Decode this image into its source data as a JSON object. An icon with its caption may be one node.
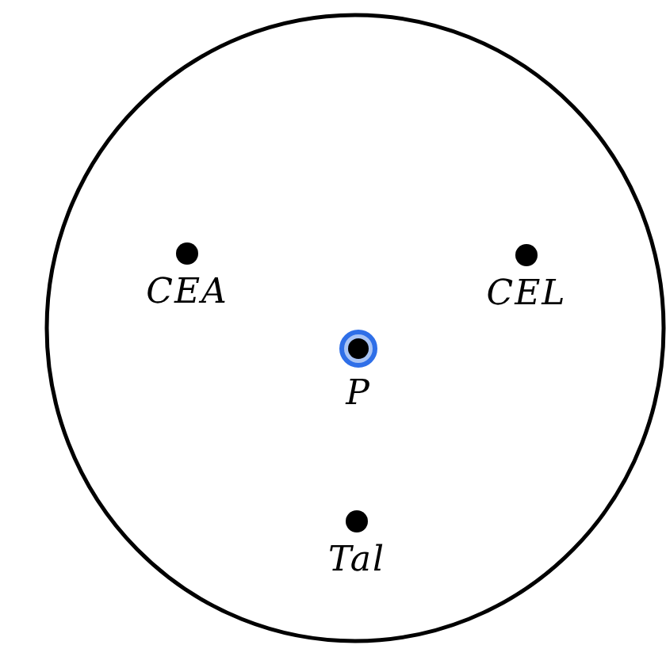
{
  "diagram": {
    "nodes": [
      {
        "text": [],
        "shape": "circle"
      },
      {
        "text": [],
        "shape": "circle",
        "in": 0,
        "beside": [
          "CEA"
        ]
      },
      {
        "text": [],
        "shape": "circle",
        "in": 0,
        "beside": [
          "CEL"
        ]
      },
      {
        "text": [],
        "shape": "circle",
        "in": 0,
        "beside": [
          "P"
        ]
      },
      {
        "text": [],
        "shape": "circle",
        "in": 0,
        "beside": [
          "Tal"
        ]
      }
    ]
  }
}
